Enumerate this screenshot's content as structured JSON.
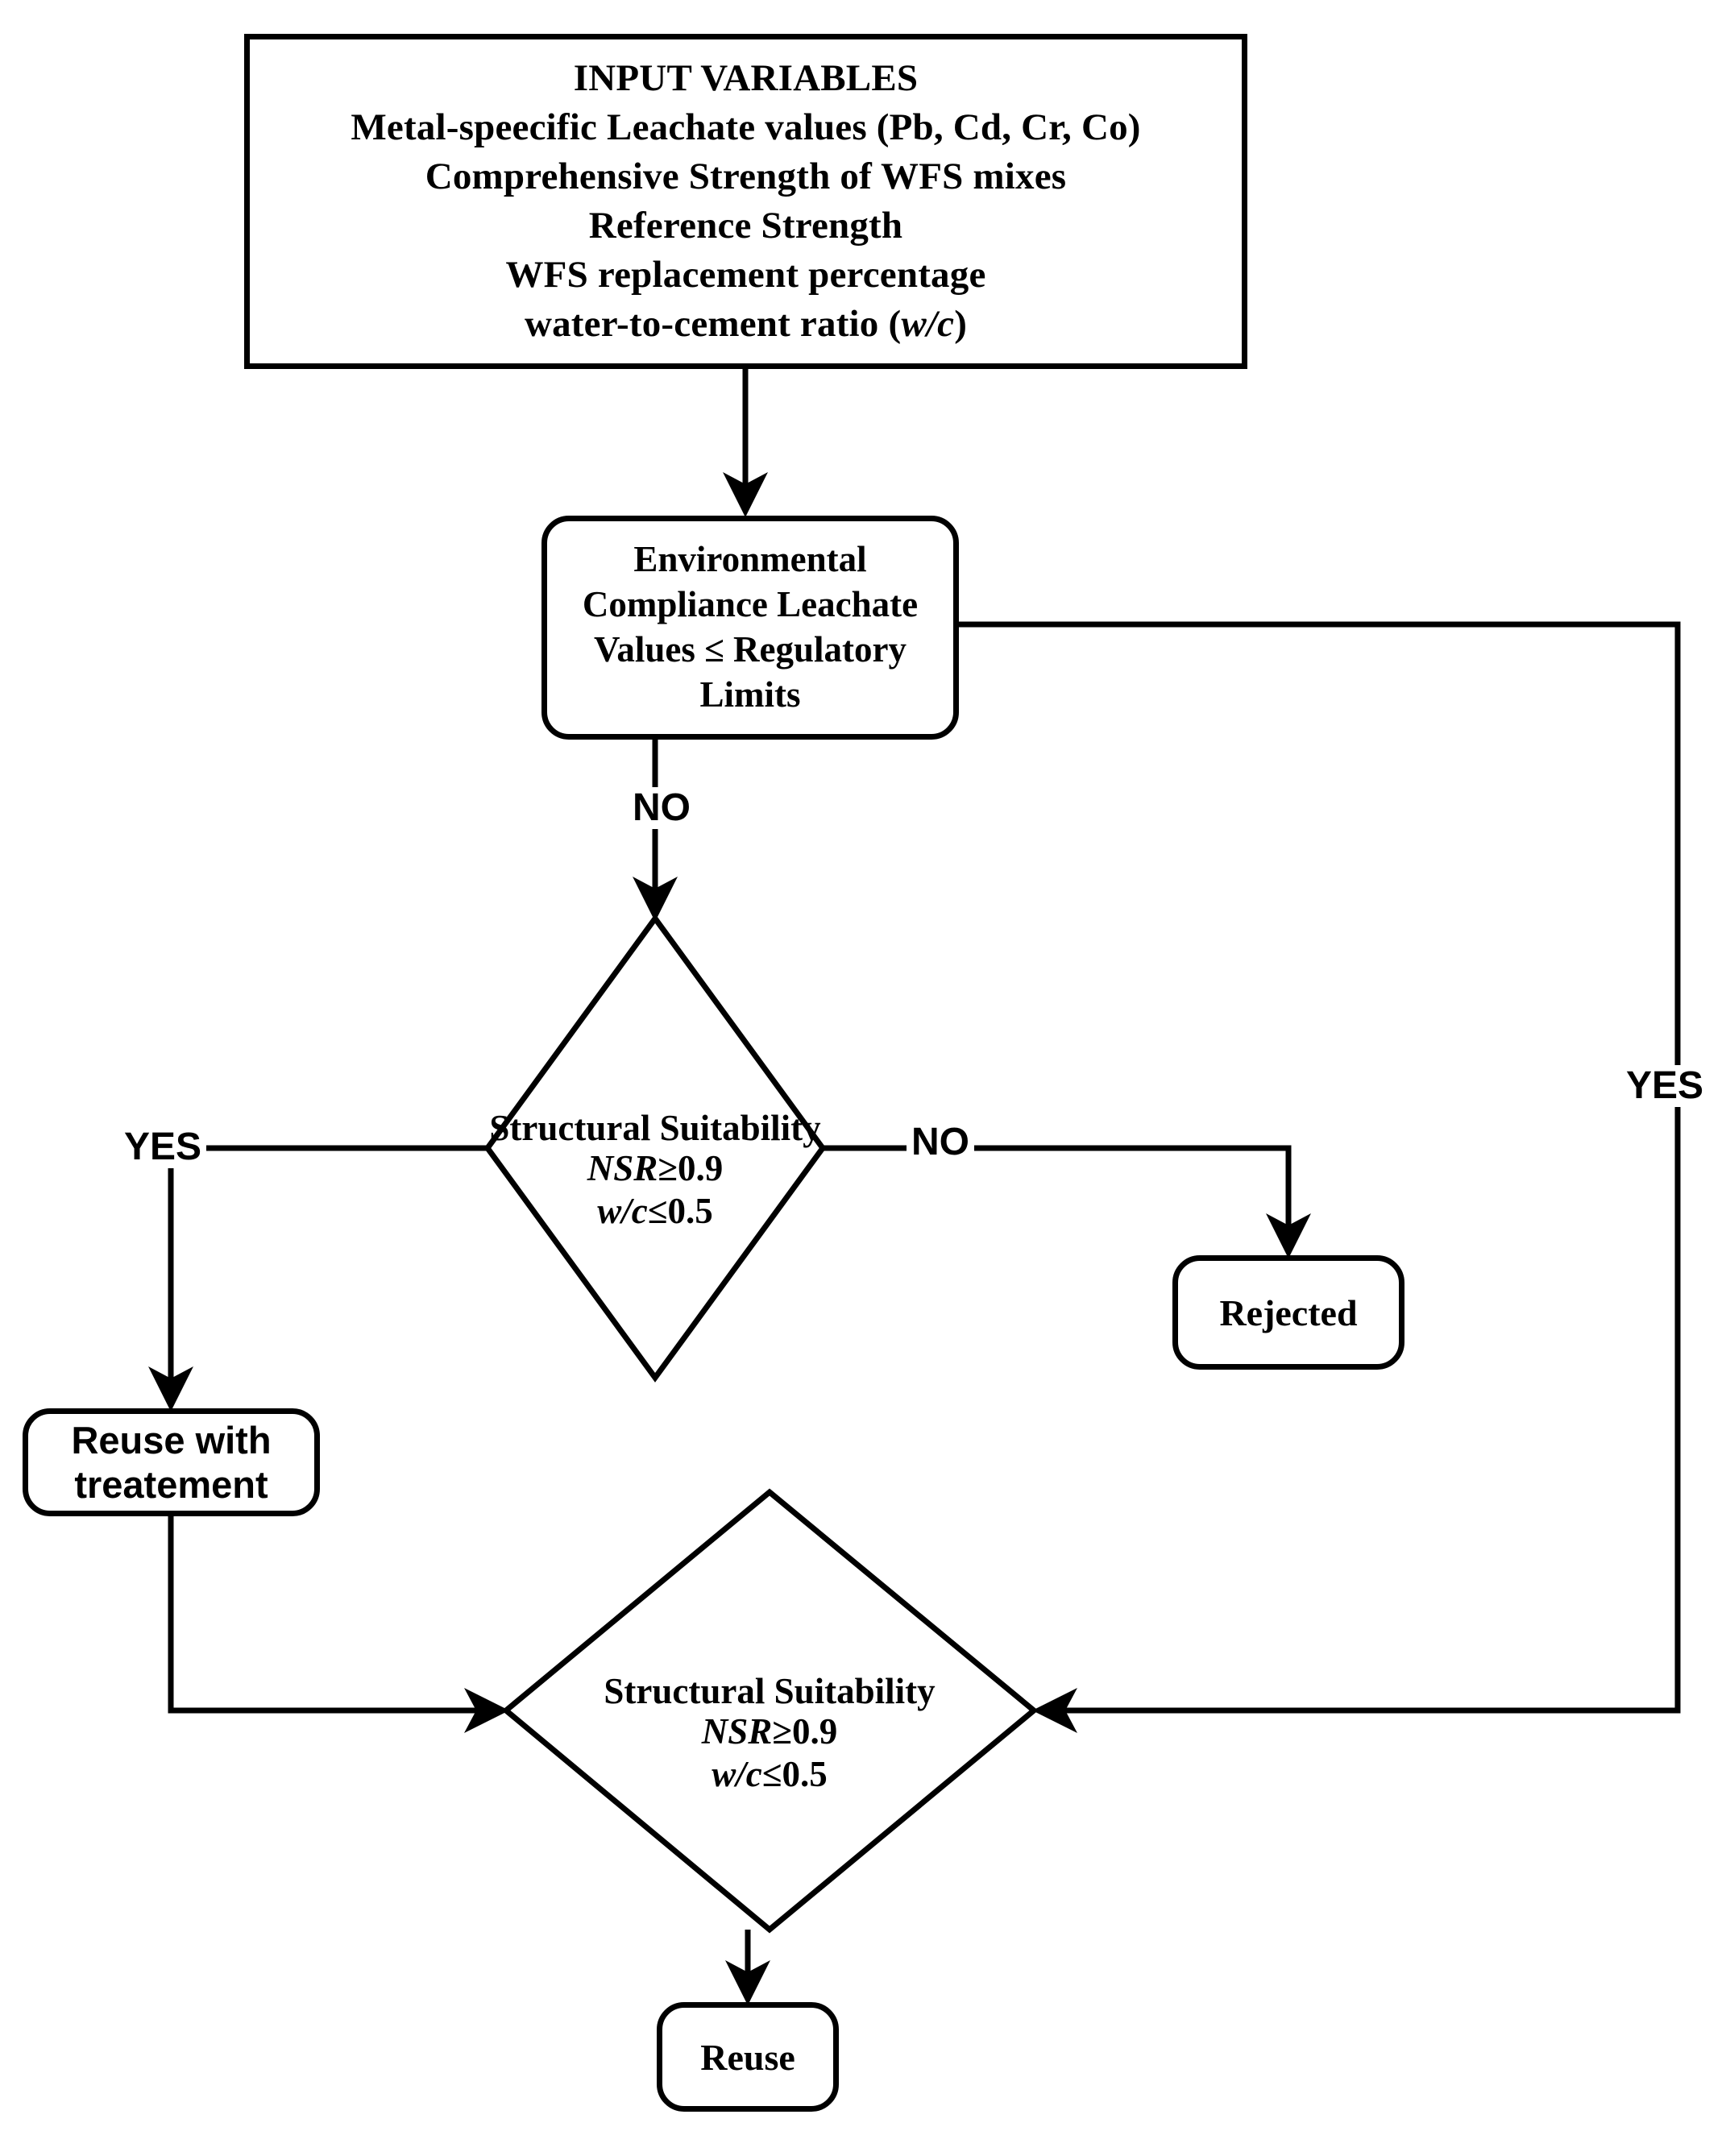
{
  "diagram": {
    "title": "WFS reuse decision flowchart",
    "line_color": "#000000",
    "background": "#ffffff"
  },
  "nodes": {
    "input": {
      "shape": "rectangle",
      "heading": "INPUT VARIABLES",
      "lines": [
        "INPUT VARIABLES",
        "Metal-speecific Leachate values (Pb, Cd, Cr, Co)",
        "Comprehensive Strength of WFS mixes",
        "Reference Strength",
        "WFS replacement percentage",
        "water-to-cement ratio (w/c)"
      ]
    },
    "environmental_compliance": {
      "shape": "rounded-rectangle",
      "text": "Environmental Compliance Leachate Values ≤ Regulatory Limits"
    },
    "structural_suitability_1": {
      "shape": "diamond",
      "title": "Structural Suitability",
      "condition_1_label": "NSR",
      "condition_1_value": "≥0.9",
      "condition_2_label": "w/c",
      "condition_2_value": "≤0.5"
    },
    "rejected": {
      "shape": "rounded-rectangle",
      "text": "Rejected"
    },
    "reuse_with_treatment": {
      "shape": "rounded-rectangle",
      "line1": "Reuse with",
      "line2": "treatement"
    },
    "structural_suitability_2": {
      "shape": "diamond",
      "title": "Structural Suitability",
      "condition_1_label": "NSR",
      "condition_1_value": "≥0.9",
      "condition_2_label": "w/c",
      "condition_2_value": "≤0.5"
    },
    "reuse": {
      "shape": "rounded-rectangle",
      "text": "Reuse"
    }
  },
  "edge_labels": {
    "compliance_no": "NO",
    "compliance_yes": "YES",
    "suitability1_yes": "YES",
    "suitability1_no": "NO"
  }
}
